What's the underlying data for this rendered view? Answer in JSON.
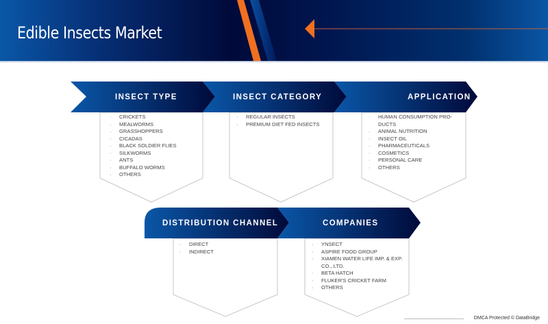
{
  "header": {
    "title": "Edible Insects Market"
  },
  "segments": [
    {
      "label": "INSECT TYPE",
      "items": [
        "CRICKETS",
        "MEALWORMS",
        "GRASSHOPPERS",
        "CICADAS",
        "BLACK SOLDIER FLIES",
        "SILKWORMS",
        "ANTS",
        "BUFFALO WORMS",
        "OTHERS"
      ]
    },
    {
      "label": "INSECT CATEGORY",
      "items": [
        "REGULAR INSECTS",
        "PREMIUM DIET FED INSECTS"
      ]
    },
    {
      "label": "APPLICATION",
      "items": [
        "HUMAN CONSUMPTION PRO-DUCTS",
        "ANIMAL NUTRITION",
        "INSECT OIL",
        "PHARMACEUTICALS",
        "COSMETICS",
        "PERSONAL CARE",
        "OTHERS"
      ]
    },
    {
      "label": "DISTRIBUTION CHANNEL",
      "items": [
        "DIRECT",
        "INDIRECT"
      ]
    },
    {
      "label": "COMPANIES",
      "items": [
        "YNSECT",
        "ASPIRE FOOD GROUP",
        "XIAMEN WATER LIFE IMP. & EXP. CO., LTD.",
        "BETA HATCH",
        "FLUKER'S CRICKET FARM",
        "OTHERS"
      ]
    }
  ],
  "footer": {
    "text": "DMCA Protected © DataBridge"
  },
  "colors": {
    "accent": "#f07020",
    "dark_blue": "#000a3a",
    "blue": "#0a57a8"
  }
}
